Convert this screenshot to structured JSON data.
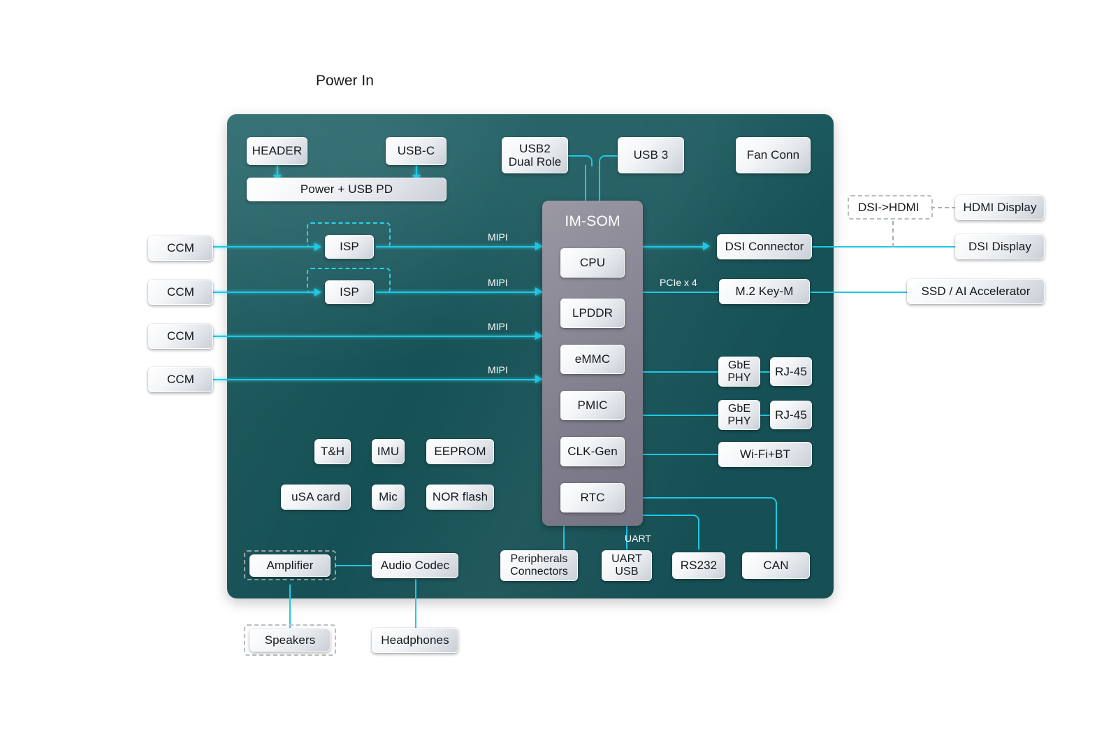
{
  "diagram": {
    "title": "Power In",
    "board_label": "",
    "colors": {
      "board": "#16545a",
      "wire": "#1ec8e6",
      "som": "#857f8f",
      "box": "#e6eaee",
      "dashed_optional": "#2ad2e8",
      "dashed_external": "#a8b0b4"
    }
  },
  "som": {
    "name": "IM-SOM",
    "blocks": [
      {
        "label": "CPU"
      },
      {
        "label": "LPDDR"
      },
      {
        "label": "eMMC"
      },
      {
        "label": "PMIC"
      },
      {
        "label": "CLK-Gen"
      },
      {
        "label": "RTC"
      }
    ]
  },
  "power": {
    "header": "HEADER",
    "usb_c": "USB-C",
    "power_usb_pd": "Power + USB PD"
  },
  "usb": {
    "usb2": "USB2\nDual Role",
    "usb2_line1": "USB2",
    "usb2_line2": "Dual Role",
    "usb3": "USB 3",
    "fan": "Fan Conn"
  },
  "cameras": {
    "ccm": [
      "CCM",
      "CCM",
      "CCM",
      "CCM"
    ],
    "isp": [
      "ISP",
      "ISP"
    ],
    "mipi_labels": [
      "MIPI",
      "MIPI",
      "MIPI",
      "MIPI"
    ]
  },
  "display": {
    "dsi_connector": "DSI Connector",
    "dsi_to_hdmi": "DSI->HDMI",
    "hdmi_display": "HDMI Display",
    "dsi_display": "DSI Display"
  },
  "storage": {
    "m2_key_m": "M.2 Key-M",
    "pcie_label": "PCIe x 4",
    "ssd_ai": "SSD / AI Accelerator"
  },
  "network": {
    "gbe_phy_1_line1": "GbE",
    "gbe_phy_1_line2": "PHY",
    "rj45_1": "RJ-45",
    "gbe_phy_2_line1": "GbE",
    "gbe_phy_2_line2": "PHY",
    "rj45_2": "RJ-45",
    "wifi_bt": "Wi-Fi+BT"
  },
  "onboard": {
    "th": "T&H",
    "imu": "IMU",
    "eeprom": "EEPROM",
    "usa_card": "uSA card",
    "mic": "Mic",
    "nor_flash": "NOR flash"
  },
  "audio": {
    "amplifier": "Amplifier",
    "audio_codec": "Audio Codec",
    "speakers": "Speakers",
    "headphones": "Headphones"
  },
  "serial": {
    "peripherals_line1": "Peripherals",
    "peripherals_line2": "Connectors",
    "uart_usb_line1": "UART",
    "uart_usb_line2": "USB",
    "uart_label": "UART",
    "rs232": "RS232",
    "can": "CAN"
  }
}
